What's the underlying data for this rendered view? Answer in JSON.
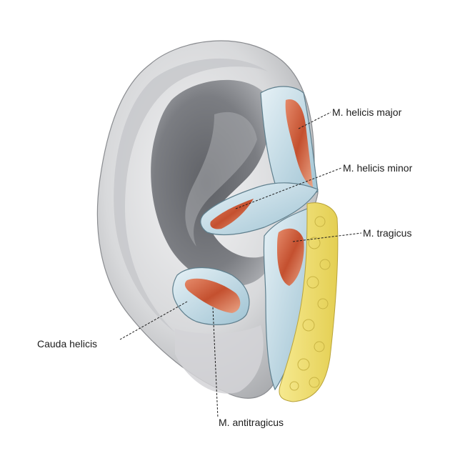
{
  "labels": {
    "helicis_major": "M. helicis major",
    "helicis_minor": "M. helicis minor",
    "tragicus": "M. tragicus",
    "cauda_helicis": "Cauda helicis",
    "antitragicus": "M. antitragicus"
  },
  "colors": {
    "skin": "#d9dadc",
    "skin_shadow": "#8e9094",
    "concha": "#6e7074",
    "cartilage": "#b9d6e2",
    "muscle": "#c8553a",
    "fat": "#f0de6a",
    "background": "#ffffff"
  }
}
